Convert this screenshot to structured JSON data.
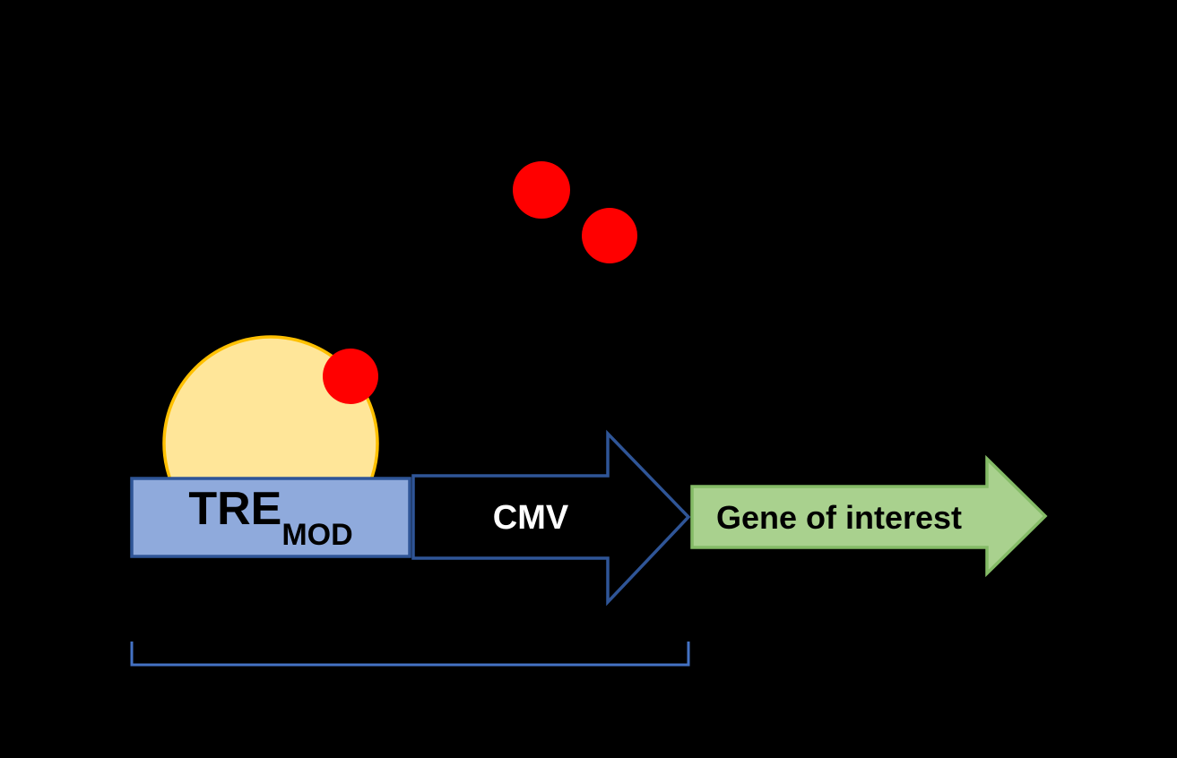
{
  "diagram": {
    "labels": {
      "tre_main": "TRE",
      "tre_sub": "MOD",
      "cmv": "CMV",
      "gene": "Gene of interest"
    },
    "colors": {
      "background": "#000000",
      "red_dot": "#FF0000",
      "activator_fill": "#FFE699",
      "activator_border": "#FFC000",
      "tre_box_fill": "#8FAADC",
      "tre_box_border": "#2F5597",
      "cmv_arrow_fill": "#000000",
      "cmv_arrow_border": "#2F5597",
      "cmv_text": "#FFFFFF",
      "gene_arrow_fill": "#A9D18E",
      "gene_arrow_border": "#84BB66",
      "bracket": "#4472C4",
      "dark_text": "#000000"
    }
  }
}
